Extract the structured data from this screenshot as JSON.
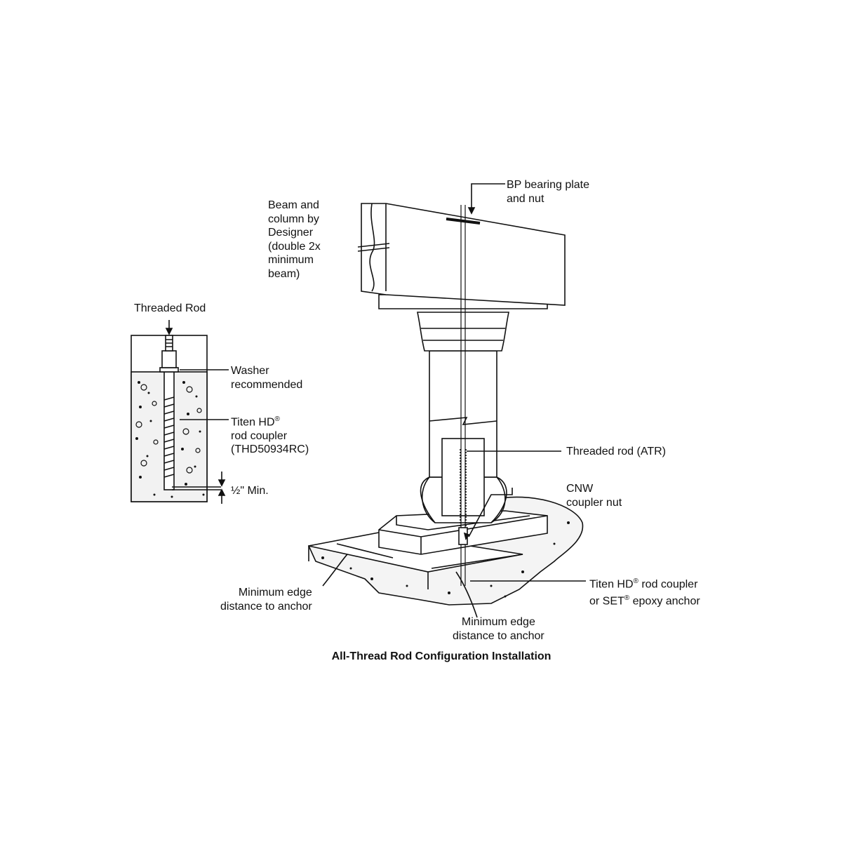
{
  "title": "All-Thread Rod Configuration Installation",
  "detail": {
    "threaded_rod": "Threaded Rod",
    "washer": "Washer\nrecommended",
    "titen_line1": "Titen HD",
    "titen_reg": "®",
    "titen_rest": "rod coupler\n(THD50934RC)",
    "min_embed": "½\" Min."
  },
  "main": {
    "beam": "Beam and\ncolumn by\nDesigner\n(double 2x\nminimum\nbeam)",
    "bearing_plate": "BP bearing plate\nand nut",
    "threaded_rod_atr": "Threaded rod (ATR)",
    "cnw": "CNW\ncoupler nut",
    "anchor_a": "Titen HD",
    "anchor_reg": "®",
    "anchor_b": " rod coupler",
    "anchor_c": "or SET",
    "anchor_d": " epoxy anchor",
    "edge_left": "Minimum edge\ndistance to anchor",
    "edge_bottom": "Minimum edge\ndistance to anchor"
  }
}
